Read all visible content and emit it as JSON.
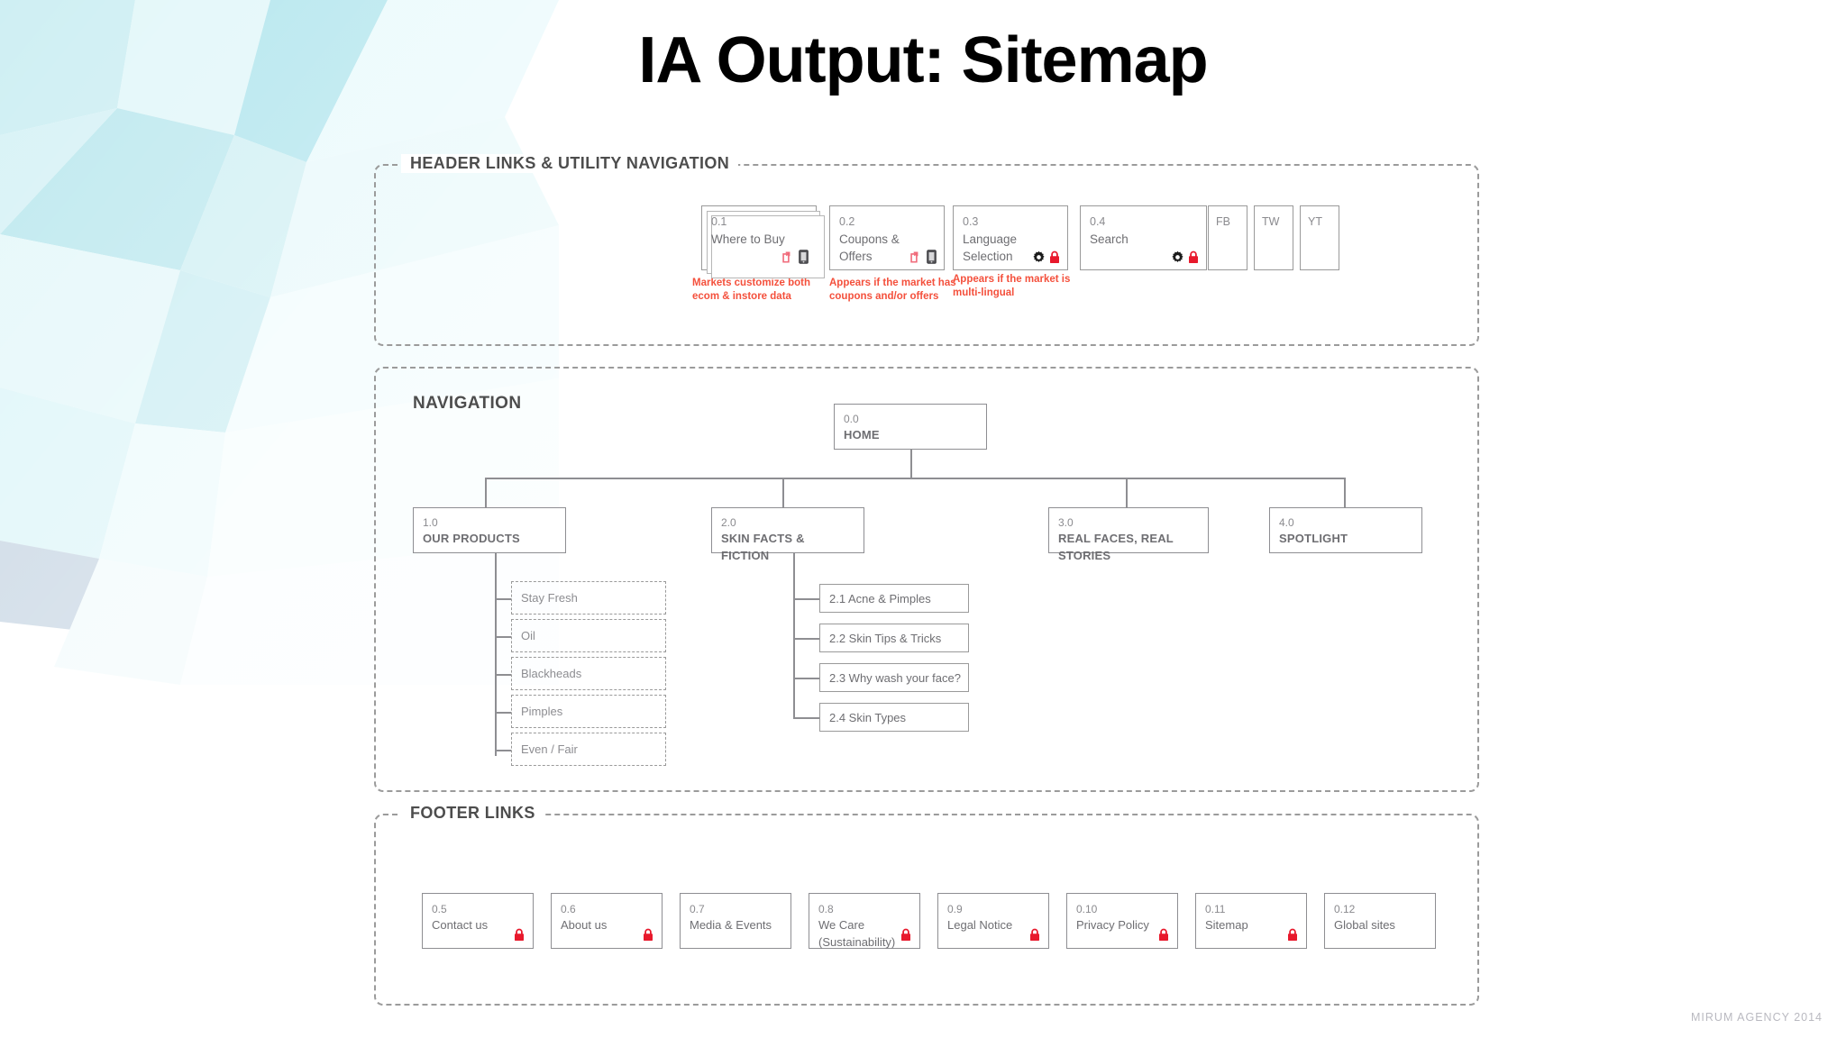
{
  "title": "IA Output: Sitemap",
  "credit": "MIRUM AGENCY 2014",
  "colors": {
    "accent_red": "#f4503c",
    "lock_red": "#e8192c",
    "box_border": "#8e8e92",
    "section_border": "#9b9b9b",
    "text_gray": "#6e6e72",
    "heading_gray": "#4d4d4d",
    "bg_poly": "#d7f2f5"
  },
  "sections": {
    "header": {
      "label": "HEADER LINKS & UTILITY NAVIGATION",
      "nodes": [
        {
          "num": "0.1",
          "label": "Where to Buy",
          "icons": [
            "external-link-icon",
            "mobile-device-icon"
          ],
          "stacked": true
        },
        {
          "num": "0.2",
          "label": "Coupons & Offers",
          "icons": [
            "external-link-icon",
            "mobile-device-icon"
          ],
          "stacked": false
        },
        {
          "num": "0.3",
          "label": "Language Selection",
          "icons": [
            "gear-icon",
            "lock-icon"
          ],
          "stacked": false
        },
        {
          "num": "0.4",
          "label": "Search",
          "icons": [
            "gear-icon",
            "lock-icon"
          ],
          "stacked": false
        }
      ],
      "social": [
        {
          "label": "FB",
          "name": "facebook"
        },
        {
          "label": "TW",
          "name": "twitter"
        },
        {
          "label": "YT",
          "name": "youtube"
        }
      ],
      "notes": [
        "Markets customize both ecom & instore data",
        "Appears if the market has coupons and/or offers",
        "Appears if the market is multi-lingual"
      ]
    },
    "navigation": {
      "label": "NAVIGATION",
      "root": {
        "num": "0.0",
        "label": "HOME"
      },
      "branches": [
        {
          "num": "1.0",
          "label": "OUR PRODUCTS",
          "children_style": "dashed",
          "children": [
            {
              "label": "Stay Fresh"
            },
            {
              "label": "Oil"
            },
            {
              "label": "Blackheads"
            },
            {
              "label": "Pimples"
            },
            {
              "label": "Even / Fair"
            }
          ]
        },
        {
          "num": "2.0",
          "label": "SKIN FACTS & FICTION",
          "children_style": "solid",
          "children": [
            {
              "label": "2.1 Acne & Pimples"
            },
            {
              "label": "2.2 Skin Tips & Tricks"
            },
            {
              "label": "2.3 Why wash your face?"
            },
            {
              "label": "2.4 Skin Types"
            }
          ]
        },
        {
          "num": "3.0",
          "label": "REAL FACES, REAL STORIES",
          "children_style": "none",
          "children": []
        },
        {
          "num": "4.0",
          "label": "SPOTLIGHT",
          "children_style": "none",
          "children": []
        }
      ]
    },
    "footer": {
      "label": "FOOTER LINKS",
      "nodes": [
        {
          "num": "0.5",
          "label": "Contact us",
          "lock": true
        },
        {
          "num": "0.6",
          "label": "About us",
          "lock": true
        },
        {
          "num": "0.7",
          "label": "Media & Events",
          "lock": false
        },
        {
          "num": "0.8",
          "label": "We Care (Sustainability)",
          "lock": true
        },
        {
          "num": "0.9",
          "label": "Legal Notice",
          "lock": true
        },
        {
          "num": "0.10",
          "label": "Privacy Policy",
          "lock": true
        },
        {
          "num": "0.11",
          "label": "Sitemap",
          "lock": true
        },
        {
          "num": "0.12",
          "label": "Global sites",
          "lock": false
        }
      ]
    }
  }
}
